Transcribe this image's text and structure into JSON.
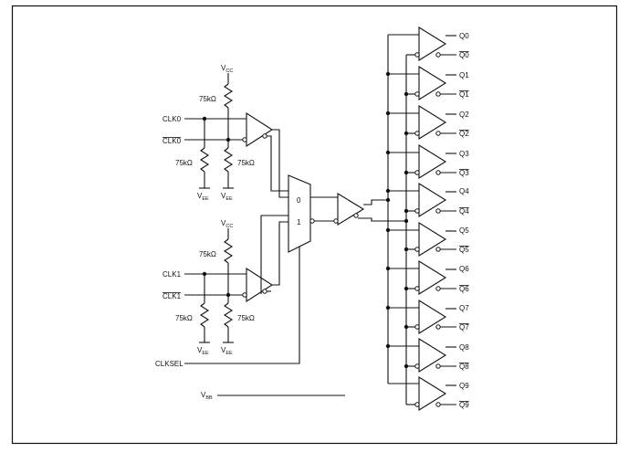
{
  "inputs": {
    "clk0": "CLK0",
    "clk0_bar": "CLK0",
    "clk1": "CLK1",
    "clk1_bar": "CLK1",
    "clksel": "CLKSEL",
    "vbb_main": "V",
    "vbb_sub": "BB"
  },
  "supply": {
    "vcc_main": "V",
    "vcc_sub": "CC",
    "vee_main": "V",
    "vee_sub": "EE",
    "resistor_value": "75kΩ"
  },
  "mux": {
    "input0": "0",
    "input1": "1"
  },
  "outputs": [
    {
      "q": "Q0",
      "qbar": "Q0"
    },
    {
      "q": "Q1",
      "qbar": "Q1"
    },
    {
      "q": "Q2",
      "qbar": "Q2"
    },
    {
      "q": "Q3",
      "qbar": "Q3"
    },
    {
      "q": "Q4",
      "qbar": "Q4"
    },
    {
      "q": "Q5",
      "qbar": "Q5"
    },
    {
      "q": "Q6",
      "qbar": "Q6"
    },
    {
      "q": "Q7",
      "qbar": "Q7"
    },
    {
      "q": "Q8",
      "qbar": "Q8"
    },
    {
      "q": "Q9",
      "qbar": "Q9"
    }
  ]
}
